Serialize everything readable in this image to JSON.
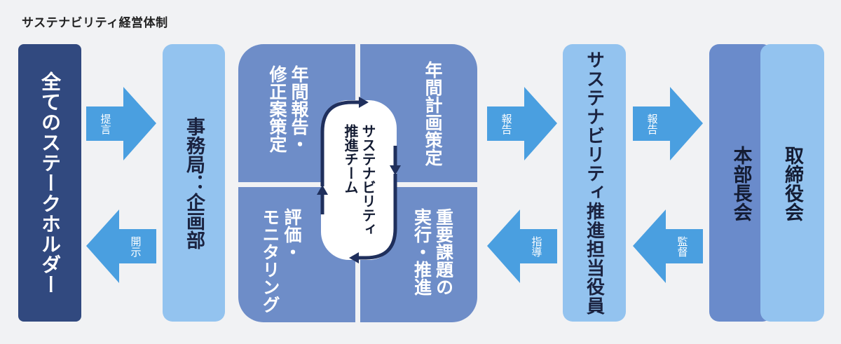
{
  "title": "サステナビリティ経営体制",
  "stakeholders": "全てのステークホルダー",
  "office": "事務局：企画部",
  "quadrants": {
    "top_left": [
      "年間報告・",
      "修正案策定"
    ],
    "top_right": [
      "年間計画策定"
    ],
    "bottom_left": [
      "評価・",
      "モニタリング"
    ],
    "bottom_right": [
      "重要課題の",
      "実行・推進"
    ]
  },
  "center_team": [
    "サステナビリティ",
    "推進チーム"
  ],
  "officer": "サステナビリティ推進担当役員",
  "hq_meeting": "本部長会",
  "board": "取締役会",
  "arrows": {
    "propose": "提言",
    "disclose": "開示",
    "report1": "報告",
    "guide": "指導",
    "report2": "報告",
    "supervise": "監督"
  },
  "colors": {
    "background": "#f1f2f4",
    "stakeholder_fill": "#31497f",
    "light_box": "#93c3ef",
    "quadrant_fill": "#6e8dc8",
    "hq_fill": "#6a8bcb",
    "arrow_fill": "#4a9fe0",
    "cycle_arrow": "#1f2f5c"
  }
}
